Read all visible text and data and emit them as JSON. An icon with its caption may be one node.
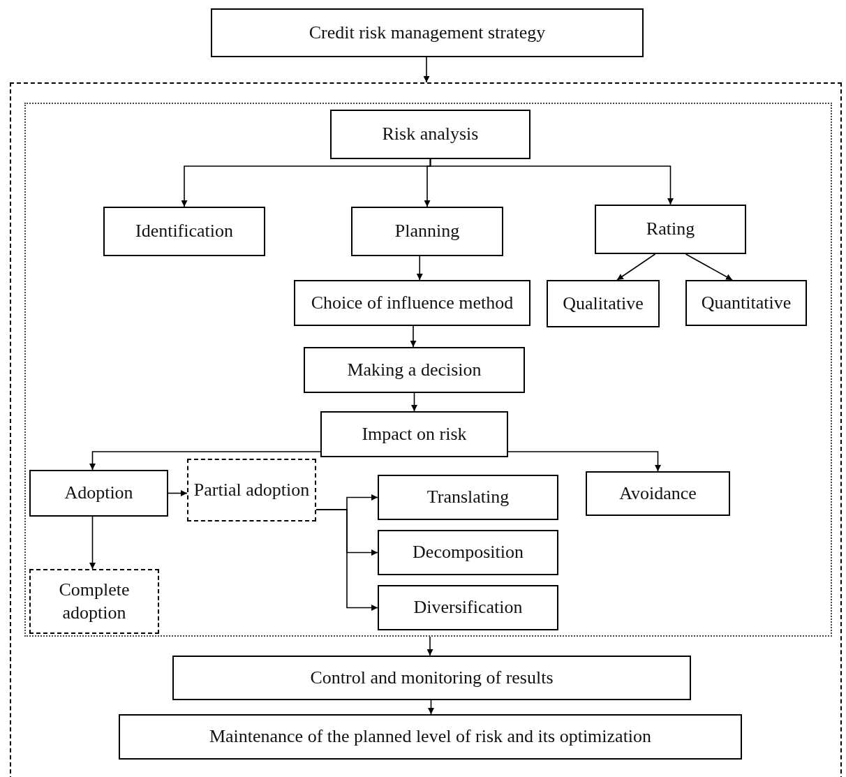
{
  "diagram": {
    "nodes": [
      {
        "text": [
          "Credit risk management strategy"
        ]
      },
      {
        "text": [],
        "shape": "box"
      },
      {
        "text": [],
        "shape": "box",
        "in": 1
      },
      {
        "text": [
          "Risk analysis"
        ],
        "in": 2
      },
      {
        "text": [
          "Identification"
        ],
        "in": 2
      },
      {
        "text": [
          "Planning"
        ],
        "in": 2
      },
      {
        "text": [
          "Rating"
        ],
        "in": 2
      },
      {
        "text": [
          "Choice of influence method"
        ],
        "in": 2
      },
      {
        "text": [
          "Qualitative"
        ],
        "in": 2
      },
      {
        "text": [
          "Quantitative"
        ],
        "in": 2
      },
      {
        "text": [
          "Making a decision"
        ],
        "in": 2
      },
      {
        "text": [
          "Impact on risk"
        ],
        "in": 2
      },
      {
        "text": [
          "Adoption"
        ],
        "in": 2
      },
      {
        "text": [
          "Partial adoption"
        ],
        "in": 2
      },
      {
        "text": [
          "Translating"
        ],
        "in": 2
      },
      {
        "text": [
          "Avoidance"
        ],
        "in": 2
      },
      {
        "text": [
          "Decomposition"
        ],
        "in": 2
      },
      {
        "text": [
          "Complete adoption"
        ],
        "in": 2
      },
      {
        "text": [
          "Diversification"
        ],
        "in": 2
      },
      {
        "text": [
          "Control and monitoring of results"
        ],
        "in": 1
      },
      {
        "text": [
          "Maintenance of the planned level of risk and its optimization"
        ],
        "in": 1
      }
    ],
    "edges": [
      {
        "from": 0,
        "to": 1,
        "arrow": "to"
      },
      {
        "from": 3,
        "to": 4,
        "arrow": "to"
      },
      {
        "from": 3,
        "to": 5,
        "arrow": "to"
      },
      {
        "from": 3,
        "to": 6,
        "arrow": "to"
      },
      {
        "from": 5,
        "to": 7,
        "arrow": "to"
      },
      {
        "from": 6,
        "to": 8,
        "arrow": "to"
      },
      {
        "from": 6,
        "to": 9,
        "arrow": "to"
      },
      {
        "from": 7,
        "to": 10,
        "arrow": "to"
      },
      {
        "from": 10,
        "to": 11,
        "arrow": "to"
      },
      {
        "from": 11,
        "to": 12,
        "arrow": "to"
      },
      {
        "from": 11,
        "to": 15,
        "arrow": "to"
      },
      {
        "from": 12,
        "to": 13,
        "arrow": "to"
      },
      {
        "from": 12,
        "to": 17,
        "arrow": "to"
      },
      {
        "from": 13,
        "to": 14,
        "arrow": "to"
      },
      {
        "from": 13,
        "to": 16,
        "arrow": "to"
      },
      {
        "from": 13,
        "to": 18,
        "arrow": "to"
      },
      {
        "from": 2,
        "to": 19,
        "arrow": "to"
      },
      {
        "from": 19,
        "to": 20,
        "arrow": "to"
      }
    ]
  }
}
